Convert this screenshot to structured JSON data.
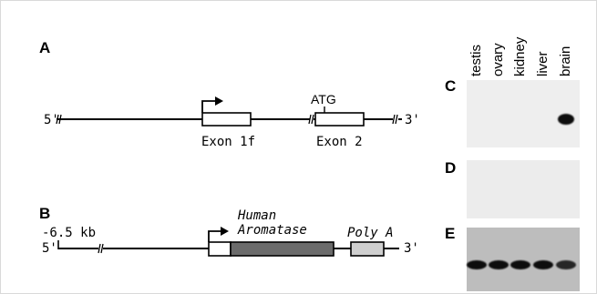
{
  "figure": {
    "panels": {
      "a": {
        "letter": "A",
        "five_prime": "5'",
        "three_prime": "3'",
        "atg_label": "ATG",
        "exon1_label": "Exon 1f",
        "exon2_label": "Exon 2"
      },
      "b": {
        "letter": "B",
        "kb_label": "-6.5 kb",
        "five_prime": "5'",
        "three_prime": "3'",
        "aromatase_line1": "Human",
        "aromatase_line2": "Aromatase",
        "polya_label": "Poly A"
      },
      "c": {
        "letter": "C"
      },
      "d": {
        "letter": "D"
      },
      "e": {
        "letter": "E"
      }
    },
    "lanes": [
      "testis",
      "ovary",
      "kidney",
      "liver",
      "brain"
    ],
    "colors": {
      "line": "#000000",
      "aromatase_fill": "#6b6b6b",
      "polya_fill": "#cfcfcf",
      "blot_bg_c": "#eeeeee",
      "blot_bg_d": "#ececec",
      "gel_bg": "#bdbdbd",
      "band": "#111111"
    },
    "blot_c_signal": [
      0,
      0,
      0,
      0,
      1
    ],
    "blot_e_signal": [
      1,
      1,
      1,
      1,
      0.85
    ]
  }
}
